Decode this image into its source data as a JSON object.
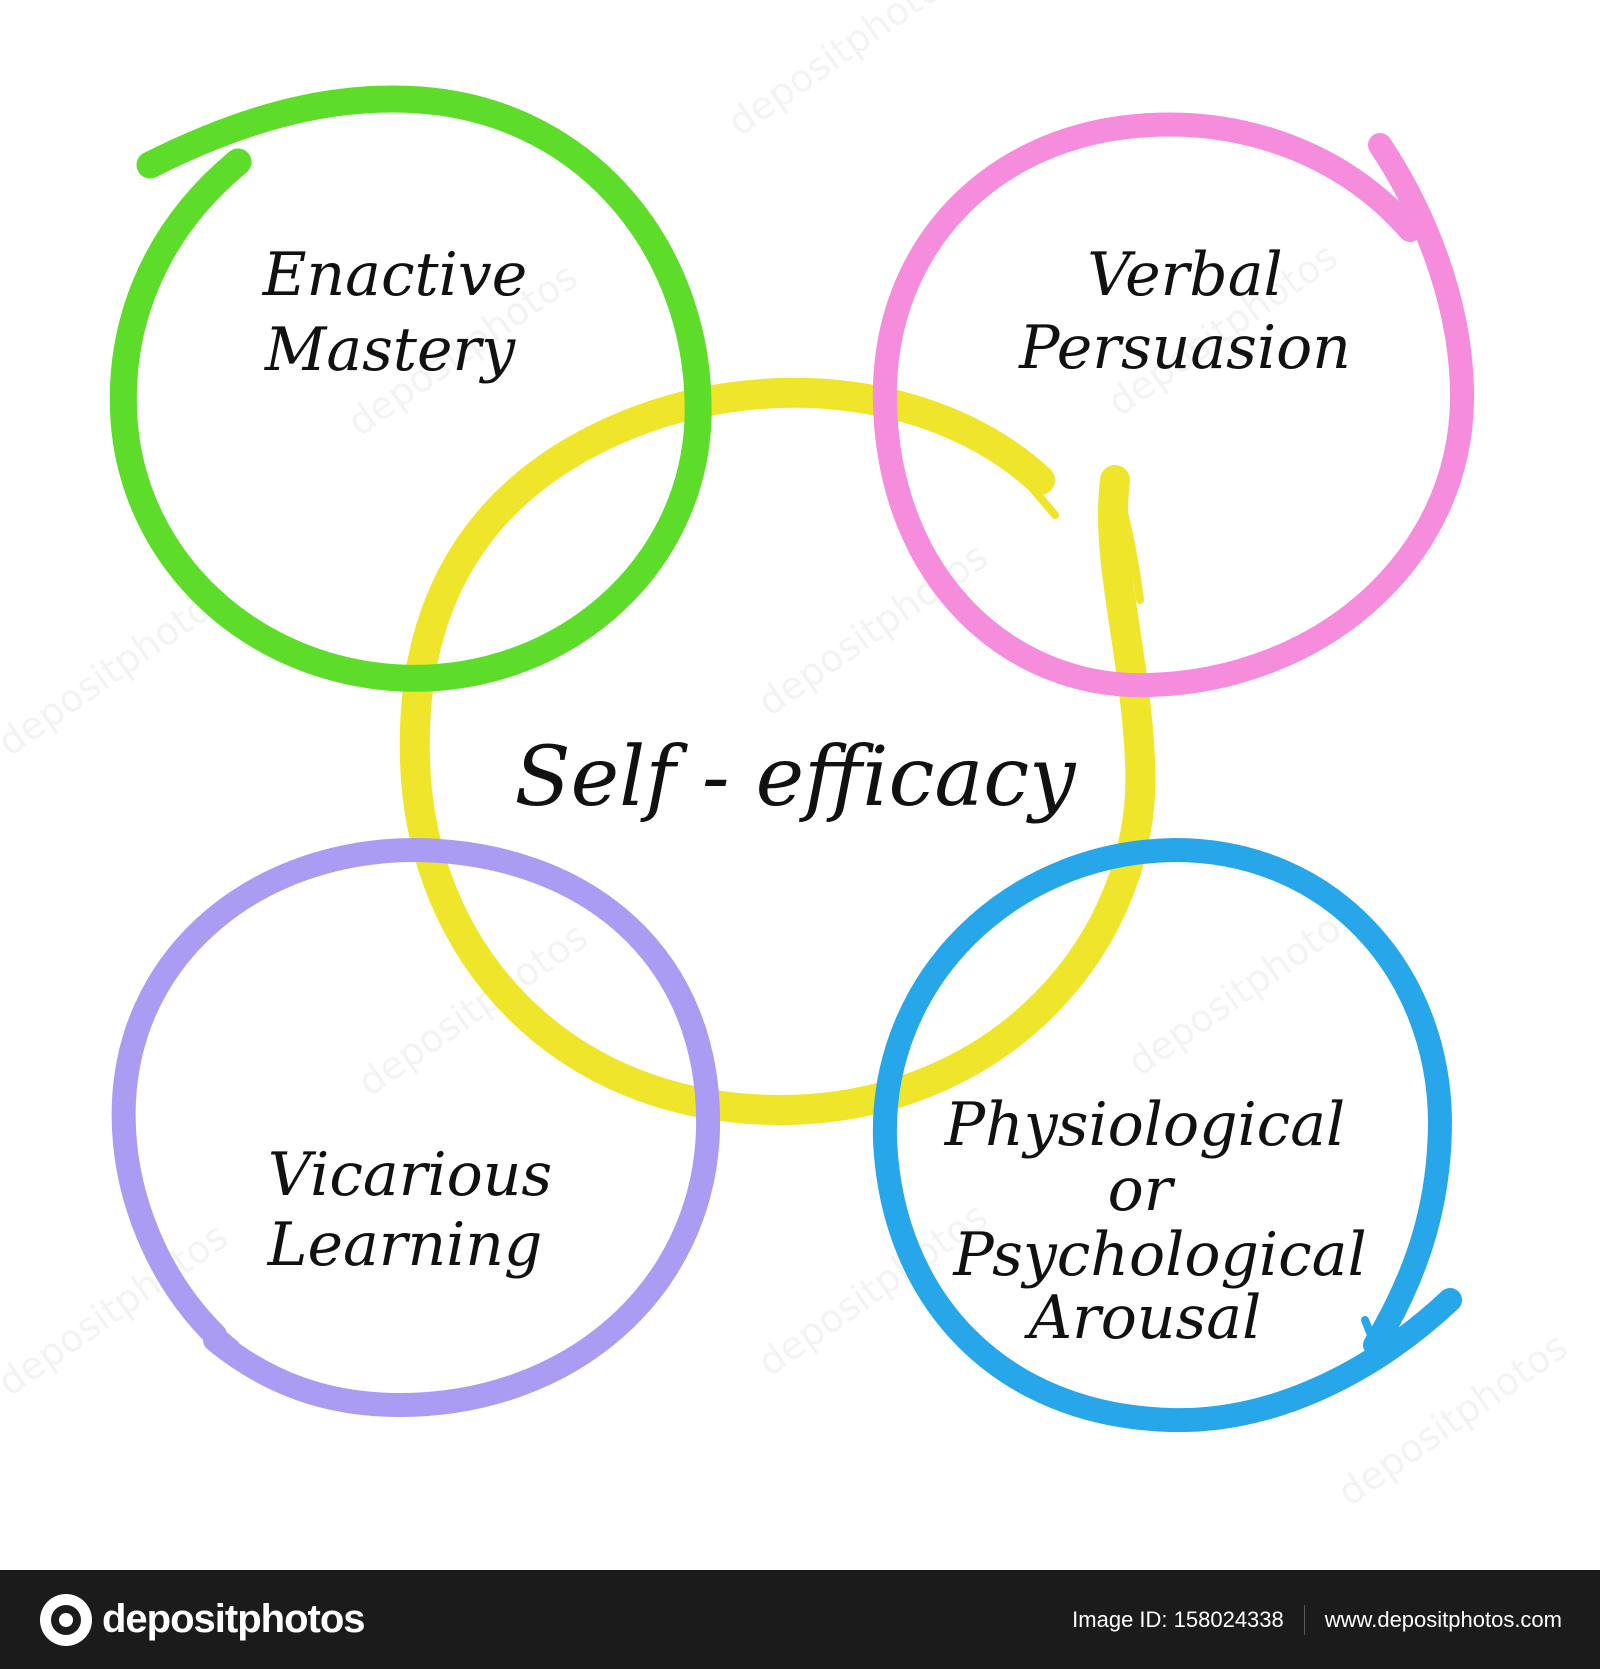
{
  "diagram": {
    "center": "Self - efficacy",
    "top_left": [
      "Enactive",
      "Mastery"
    ],
    "top_right": [
      "Verbal",
      "Persuasion"
    ],
    "bottom_left": [
      "Vicarious",
      "Learning"
    ],
    "bottom_right": [
      "Physiological",
      "or",
      "Psychological",
      "Arousal"
    ]
  },
  "colors": {
    "center_ring": "#efe52a",
    "top_left_ring": "#5ddc2a",
    "top_right_ring": "#f58cdc",
    "bottom_left_ring": "#aa9cf2",
    "bottom_right_ring": "#28a6ea"
  },
  "watermark": {
    "text": "depositphotos"
  },
  "footer": {
    "brand": "depositphotos",
    "image_id": "Image ID: 158024338",
    "site": "www.depositphotos.com"
  }
}
